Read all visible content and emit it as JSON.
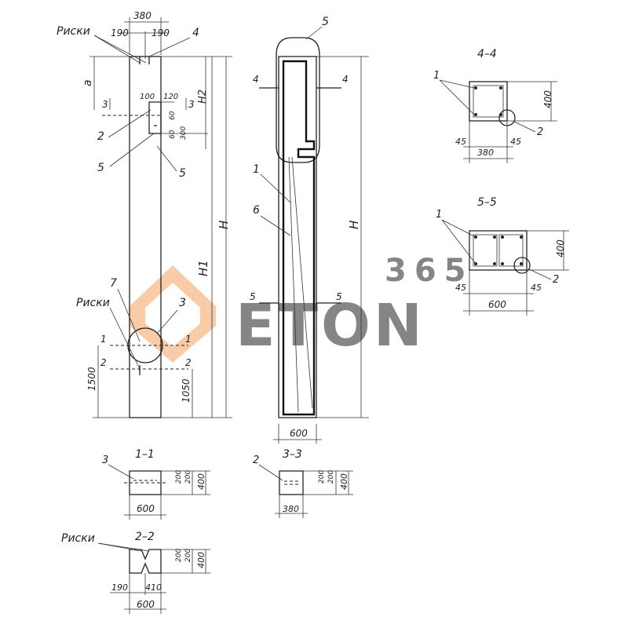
{
  "watermark": {
    "number": "365",
    "word": "ETON",
    "color_orange": "#f4a15d",
    "color_gray": "#9a9a9a"
  },
  "labels": {
    "riski": "Риски",
    "riski_dup": "Риски",
    "riski_22": "Риски",
    "dim_380_top": "380",
    "dim_190_left": "190",
    "dim_190_right": "190",
    "mark_4_top": "4",
    "dim_a": "a",
    "dim_100": "100",
    "dim_120": "120",
    "sec_3_left": "3",
    "sec_3_right": "3",
    "H2": "H2",
    "dim_60_a": "60",
    "dim_60_b": "60",
    "dim_300": "300",
    "mark_2_left": "2",
    "mark_5_left": "5",
    "mark_5_right": "5",
    "H_left": "H",
    "H1": "H1",
    "mark_7": "7",
    "mark_3_circle": "3",
    "sec_1_left": "1",
    "sec_1_right": "1",
    "sec_2_left": "2",
    "sec_2_right": "2",
    "dim_1500": "1500",
    "dim_1050": "1050",
    "mark_5_top": "5",
    "sec_4_left": "4",
    "sec_4_right": "4",
    "mark_1_mid": "1",
    "mark_6": "6",
    "H_right": "H",
    "sec_5_left": "5",
    "sec_5_right": "5",
    "dim_600_mid": "600",
    "title_44": "4–4",
    "mark_1_44": "1",
    "dim_400_44": "400",
    "mark_2_44": "2",
    "dim_45_44a": "45",
    "dim_45_44b": "45",
    "dim_380_44": "380",
    "title_55": "5–5",
    "mark_1_55": "1",
    "dim_400_55": "400",
    "mark_2_55": "2",
    "dim_45_55a": "45",
    "dim_45_55b": "45",
    "dim_600_55": "600",
    "title_11": "1–1",
    "mark_3_11": "3",
    "dim_200_11a": "200",
    "dim_200_11b": "200",
    "dim_400_11": "400",
    "dim_600_11": "600",
    "title_33": "3–3",
    "mark_2_33": "2",
    "dim_200_33a": "200",
    "dim_200_33b": "200",
    "dim_400_33": "400",
    "dim_380_33": "380",
    "title_22": "2–2",
    "dim_200_22a": "200",
    "dim_200_22b": "200",
    "dim_400_22": "400",
    "dim_190_22": "190",
    "dim_410_22": "410",
    "dim_600_22": "600"
  }
}
